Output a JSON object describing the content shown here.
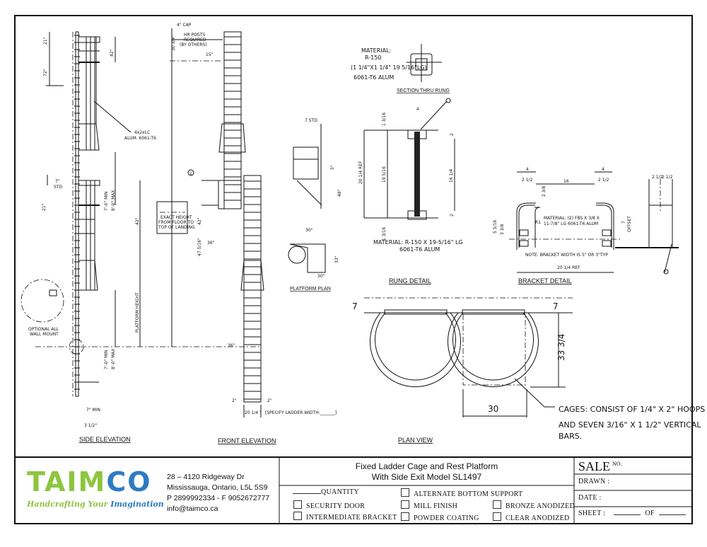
{
  "drawing": {
    "side_elevation": {
      "title": "SIDE ELEVATION",
      "dims": [
        "21\"",
        "72\"",
        "42\"",
        "7\"",
        "STD",
        "21\"",
        "7'-0\" MIN",
        "8'-0\" MAX",
        "42\"",
        "7'-0\" MIN",
        "8'-0\" MAX",
        "7\" MIN",
        "3 1/2\""
      ],
      "callout_1": "4x2xLC",
      "callout_2": "ALUM. 6061-T6",
      "platform_height": "PLATFORM HEIGHT",
      "wall_mount_1": "OPTIONAL ALL",
      "wall_mount_2": "WALL MOUNT"
    },
    "front_elevation": {
      "title": "FRONT ELEVATION",
      "cap": "4\" CAP",
      "posts_1": "HR POSTS",
      "posts_2": "REQUIRED",
      "posts_3": "(BY OTHERS)",
      "dims": [
        "30 3/4\"",
        "15\"",
        "42\"",
        "36\"",
        "47 5/16\"",
        "36\"",
        "2\"",
        "2\"",
        "20 1/4 \"",
        "[SPECIFY LADDER WIDTH:_______]"
      ],
      "note_1": "EXACT HEIGHT",
      "note_2": "FROM FLOOR TO",
      "note_3": "TOP OF LANDING",
      "marker": "1"
    },
    "platform": {
      "title": "PLATFORM PLAN",
      "dims": [
        "7 STD",
        "5\"",
        "48\"",
        "30\"",
        "30\"",
        "33\""
      ]
    },
    "section": {
      "title": "SECTION THRU RUNG",
      "material": [
        "MATERIAL:",
        "R-150",
        "(1 1/4\"X1 1/4\" 19 5/16\"LG)",
        "6061-T6 ALUM"
      ]
    },
    "rung": {
      "title": "RUNG DETAIL",
      "dims": [
        "4",
        "2",
        "2",
        "20 1/4 REF",
        "19 5/16",
        "16 1/4",
        "1 3/16",
        "1 3/16"
      ],
      "material_1": "MATERIAL: R-150 X 19-5/16\" LG",
      "material_2": "6061-T6 ALUM"
    },
    "bracket": {
      "title": "BRACKET DETAIL",
      "dims": [
        "4",
        "4",
        "2 1/2",
        "2 1/2",
        "16",
        "2 3/8",
        "R1",
        "2 1/2",
        "2 1/2",
        "7",
        "OFFSET",
        "20 1/4 REF",
        "5 5/16",
        "3 3/8"
      ],
      "material_1": "MATERIAL: (2) FBS X 3/8 X",
      "material_2": "11-7/8\" LG 6061-T6 ALUM",
      "note": "NOTE: BRACKET WIDTH IS 5\" OR 3\"TYP"
    },
    "plan_view": {
      "title": "PLAN VIEW",
      "dims": [
        "7",
        "7",
        "33 3/4",
        "30"
      ],
      "cages_1": "CAGES: CONSIST OF 1/4\" X 2\" HOOPS",
      "cages_2": "AND SEVEN 3/16\" X 1 1/2\" VERTICAL",
      "cages_3": "BARS."
    }
  },
  "title_block": {
    "logo": "TAIMCO",
    "tagline": "Handcrafting Your Imagination",
    "address_1": "28 – 4120 Ridgeway Dr",
    "address_2": "Mississauga, Ontario, L5L 5S9",
    "phone": "P 2899992334 - F 9052672777",
    "email": "info@taimco.ca",
    "title_1": "Fixed Ladder Cage and Rest Platform",
    "title_2": "With Side Exit Model SL1497",
    "quantity_label": "QUANTITY",
    "options": {
      "security_door": "SECURITY DOOR",
      "intermediate_bracket": "INTERMEDIATE BRACKET",
      "alternate_bottom_support": "ALTERNATE BOTTOM SUPPORT",
      "mill_finish": "MILL FINISH",
      "powder_coating": "POWDER COATING",
      "bronze_anodized": "BRONZE ANODIZED",
      "clear_anodized": "CLEAR ANODIZED"
    },
    "sale_label": "SALE",
    "sale_no": "NO.",
    "drawn_label": "DRAWN :",
    "date_label": "DATE :",
    "sheet_label": "SHEET :",
    "of_label": "OF",
    "colors": {
      "logo_green": "#8cc63f",
      "logo_blue": "#2e7bc4"
    }
  }
}
